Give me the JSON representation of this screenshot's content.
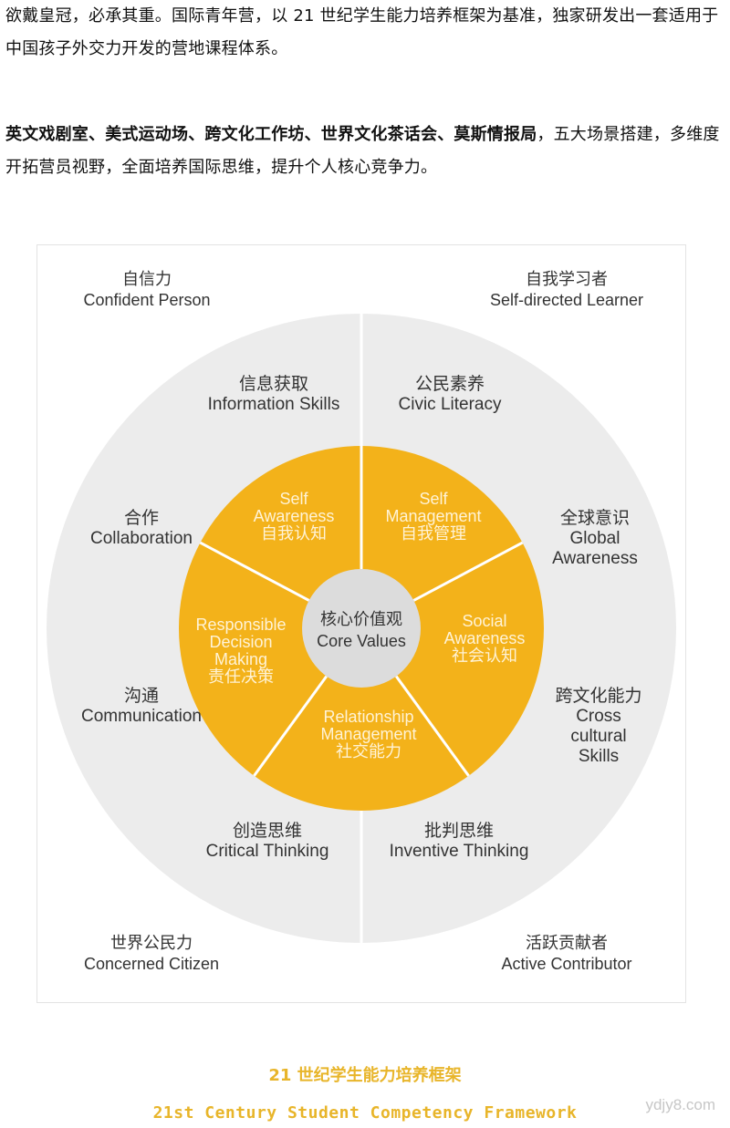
{
  "intro": {
    "para1": "欲戴皇冠，必承其重。国际青年营，以 21 世纪学生能力培养框架为基准，独家研发出一套适用于中国孩子外交力开发的营地课程体系。",
    "para2_bold": "英文戏剧室、美式运动场、跨文化工作坊、世界文化茶话会、莫斯情报局",
    "para2_rest": "，五大场景搭建，多维度开拓营员视野，全面培养国际思维，提升个人核心竞争力。"
  },
  "framework": {
    "colors": {
      "outer_ring": "#ececec",
      "inner_ring": "#f3b21a",
      "center": "#dcdcdc",
      "inner_text": "#fff3d6",
      "divider": "#ffffff"
    },
    "corners": [
      {
        "cn": "自信力",
        "en": "Confident Person"
      },
      {
        "cn": "自我学习者",
        "en": "Self-directed Learner"
      },
      {
        "cn": "世界公民力",
        "en": "Concerned Citizen"
      },
      {
        "cn": "活跃贡献者",
        "en": "Active Contributor"
      }
    ],
    "outer": [
      {
        "cn": "信息获取",
        "en": [
          "Information Skills"
        ]
      },
      {
        "cn": "公民素养",
        "en": [
          "Civic Literacy"
        ]
      },
      {
        "cn": "全球意识",
        "en": [
          "Global",
          "Awareness"
        ]
      },
      {
        "cn": "跨文化能力",
        "en": [
          "Cross",
          "cultural",
          "Skills"
        ]
      },
      {
        "cn": "批判思维",
        "en": [
          "Inventive Thinking"
        ]
      },
      {
        "cn": "创造思维",
        "en": [
          "Critical Thinking"
        ]
      },
      {
        "cn": "沟通",
        "en": [
          "Communication"
        ]
      },
      {
        "cn": "合作",
        "en": [
          "Collaboration"
        ]
      }
    ],
    "inner": [
      {
        "en": [
          "Self",
          "Awareness"
        ],
        "cn": "自我认知"
      },
      {
        "en": [
          "Self",
          "Management"
        ],
        "cn": "自我管理"
      },
      {
        "en": [
          "Social",
          "Awareness"
        ],
        "cn": "社会认知"
      },
      {
        "en": [
          "Relationship",
          "Management"
        ],
        "cn": "社交能力"
      },
      {
        "en": [
          "Responsible",
          "Decision",
          "Making"
        ],
        "cn": "责任决策"
      }
    ],
    "center": {
      "cn": "核心价值观",
      "en": "Core Values"
    }
  },
  "caption": {
    "cn": "21 世纪学生能力培养框架",
    "en": "21st Century Student Competency Framework"
  },
  "watermark": "ydjy8.com"
}
